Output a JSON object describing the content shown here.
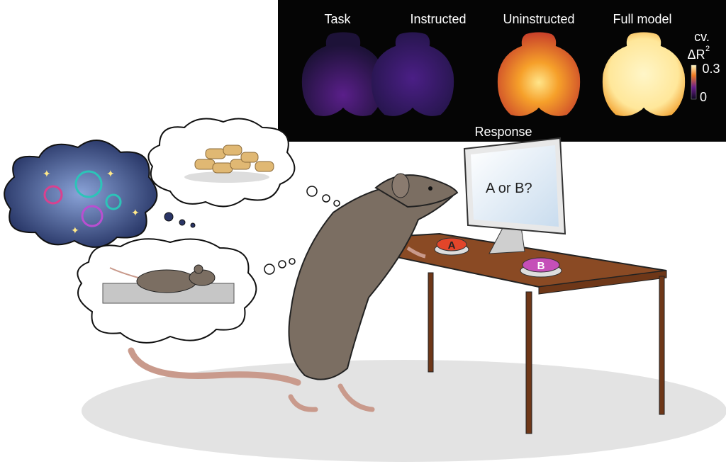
{
  "panel": {
    "titles": [
      "Task",
      "Instructed",
      "Uninstructed",
      "Full model"
    ],
    "subtitle": "Response",
    "colorbar": {
      "label_line1": "cv.",
      "label_line2": "ΔR",
      "label_sup": "2",
      "max": "0.3",
      "min": "0"
    }
  },
  "monitor": {
    "text": "A or B?"
  },
  "buttons": {
    "a": "A",
    "b": "B"
  },
  "colors": {
    "panel_bg": "#050505",
    "button_a": "#e2452a",
    "button_b": "#c54fb8",
    "desk": "#8a4a24",
    "rat": "#7b6e62"
  }
}
